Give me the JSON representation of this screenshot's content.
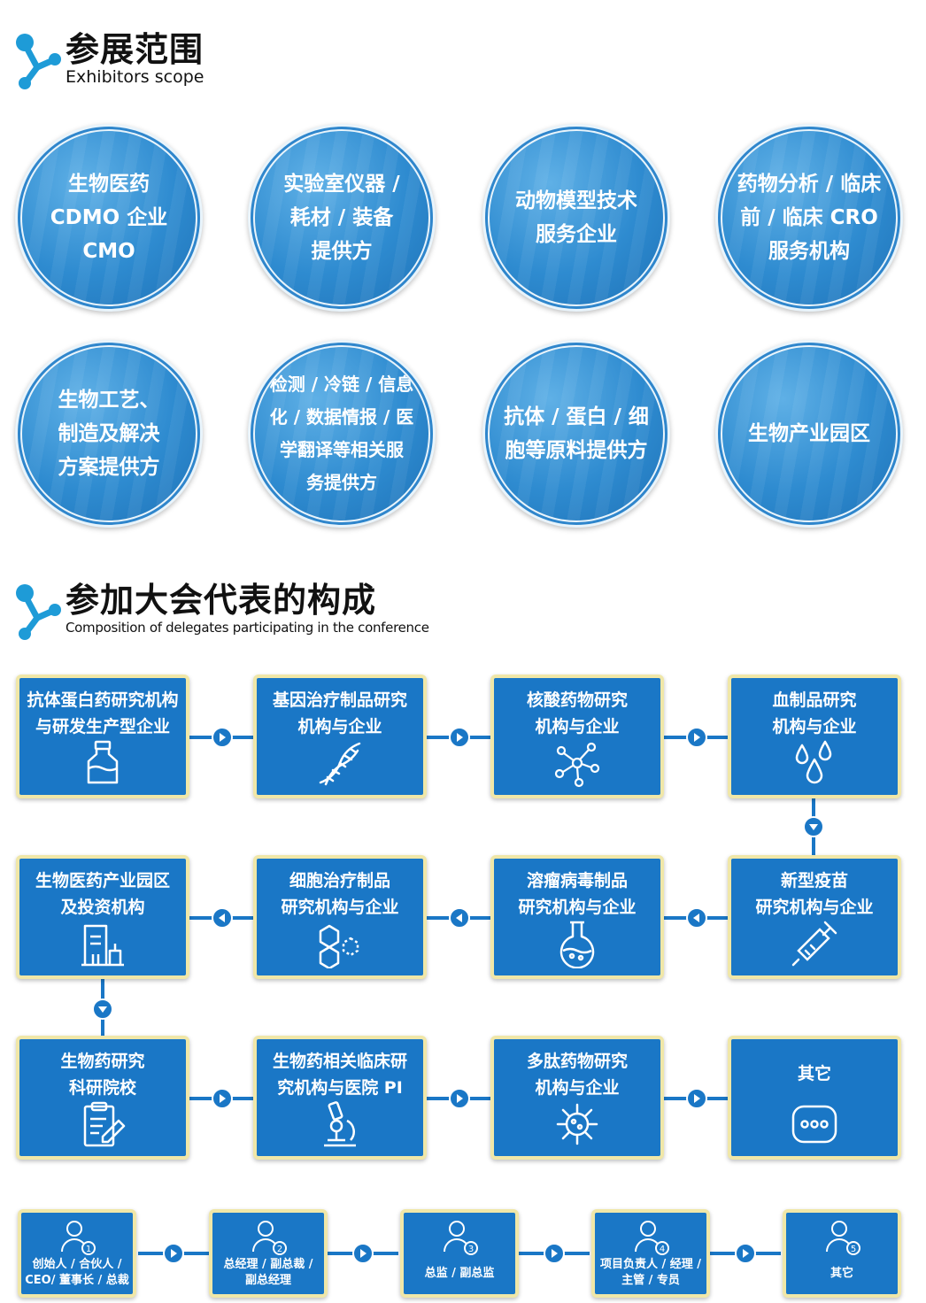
{
  "sections": {
    "exhibitors": {
      "title": "参展范围",
      "subtitle": "Exhibitors scope"
    },
    "delegates": {
      "title": "参加大会代表的构成",
      "subtitle": "Composition of delegates participating in the conference"
    }
  },
  "exhibitors": [
    "生物医药\nCDMO 企业\nCMO",
    "实验室仪器 /\n耗材 / 装备\n提供方",
    "动物模型技术\n服务企业",
    "药物分析 / 临床\n前 / 临床 CRO\n服务机构",
    "生物工艺、\n制造及解决\n方案提供方",
    "检测 / 冷链 / 信息\n化 / 数据情报 / 医\n学翻译等相关服\n务提供方",
    "抗体 / 蛋白 / 细\n胞等原料提供方",
    "生物产业园区"
  ],
  "delegates": [
    {
      "label": "抗体蛋白药研究机构\n与研发生产型企业",
      "icon": "bottle-icon"
    },
    {
      "label": "基因治疗制品研究\n机构与企业",
      "icon": "dna-icon"
    },
    {
      "label": "核酸药物研究\n机构与企业",
      "icon": "molecule-icon"
    },
    {
      "label": "血制品研究\n机构与企业",
      "icon": "blood-drops-icon"
    },
    {
      "label": "新型疫苗\n研究机构与企业",
      "icon": "syringe-icon"
    },
    {
      "label": "溶瘤病毒制品\n研究机构与企业",
      "icon": "flask-icon"
    },
    {
      "label": "细胞治疗制品\n研究机构与企业",
      "icon": "hexagon-icon"
    },
    {
      "label": "生物医药产业园区\n及投资机构",
      "icon": "building-icon"
    },
    {
      "label": "生物药研究\n科研院校",
      "icon": "clipboard-icon"
    },
    {
      "label": "生物药相关临床研\n究机构与医院 PI",
      "icon": "microscope-icon"
    },
    {
      "label": "多肽药物研究\n机构与企业",
      "icon": "virus-icon"
    },
    {
      "label": "其它",
      "icon": "ellipsis-icon"
    }
  ],
  "roles": [
    {
      "label": "创始人 / 合伙人 /\nCEO/ 董事长 / 总裁",
      "number": "1"
    },
    {
      "label": "总经理 / 副总裁 /\n副总经理",
      "number": "2"
    },
    {
      "label": "总监 / 副总监",
      "number": "3"
    },
    {
      "label": "项目负责人 / 经理 /\n主管 / 专员",
      "number": "4"
    },
    {
      "label": "其它",
      "number": "5"
    }
  ],
  "colors": {
    "primary": "#1a77c6",
    "border": "#f0e7a8",
    "logo": "#1e9bd7"
  }
}
